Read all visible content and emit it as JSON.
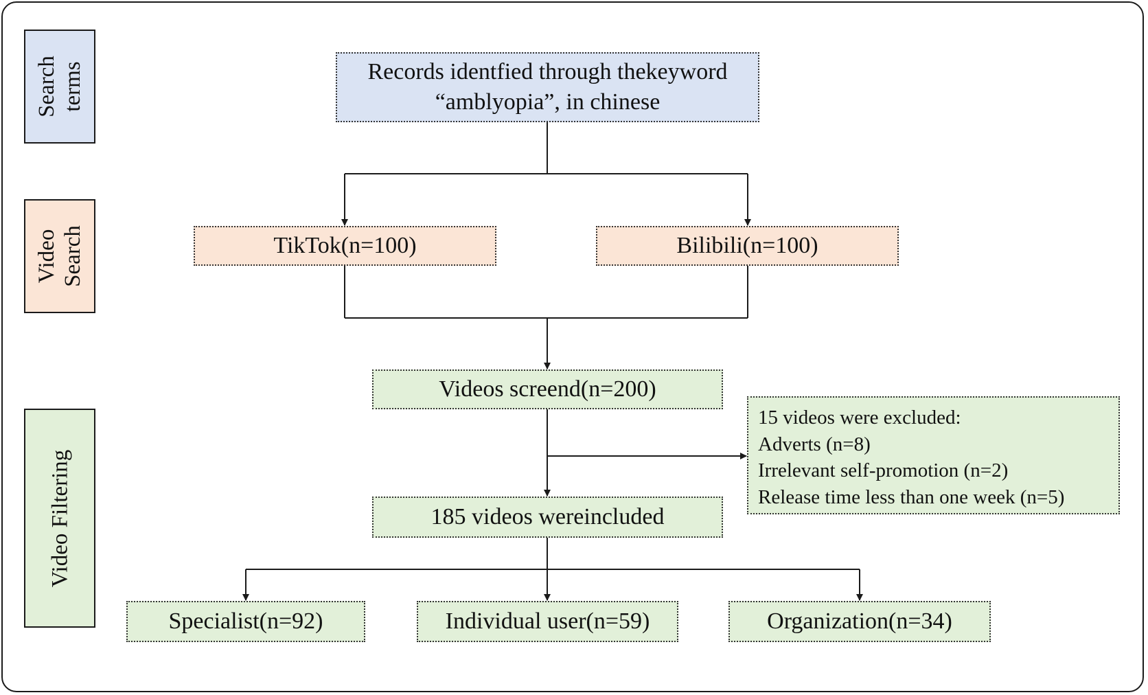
{
  "sidebar": {
    "search_terms": "Search\nterms",
    "video_search": "Video\nSearch",
    "video_filtering": "Video Filtering"
  },
  "nodes": {
    "records": "Records identfied through thekeyword\n“amblyopia”, in chinese",
    "tiktok": "TikTok(n=100)",
    "bilibili": "Bilibili(n=100)",
    "screened": "Videos screend(n=200)",
    "included": "185 videos wereincluded",
    "specialist": "Specialist(n=92)",
    "individual": "Individual user(n=59)",
    "organization": "Organization(n=34)"
  },
  "exclusion": {
    "title": "15 videos were excluded:",
    "items": [
      "Adverts (n=8)",
      "Irrelevant self-promotion (n=2)",
      "Release time less than one week (n=5)"
    ]
  },
  "colors": {
    "blue": "#dae3f3",
    "orange": "#fbe5d6",
    "green": "#e2f0d9",
    "line": "#1a1a1a"
  }
}
